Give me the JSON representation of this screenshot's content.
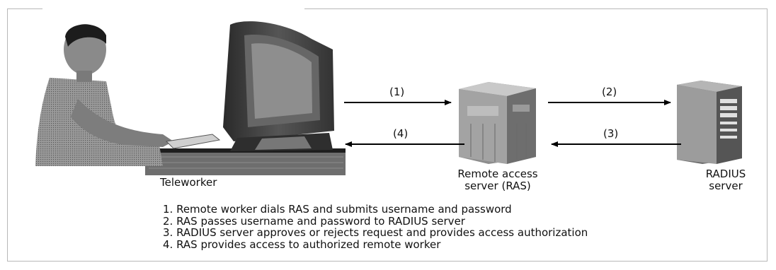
{
  "nodes": {
    "teleworker": "Teleworker",
    "ras": [
      "Remote access",
      "server (RAS)"
    ],
    "radius": [
      "RADIUS",
      "server"
    ]
  },
  "arrows": {
    "a1": "(1)",
    "a2": "(2)",
    "a3": "(3)",
    "a4": "(4)"
  },
  "steps": [
    "1. Remote worker dials RAS and submits username and password",
    "2. RAS passes username and password to RADIUS server",
    "3. RADIUS server approves or rejects request and provides access authorization",
    "4. RAS provides access to authorized remote worker"
  ]
}
